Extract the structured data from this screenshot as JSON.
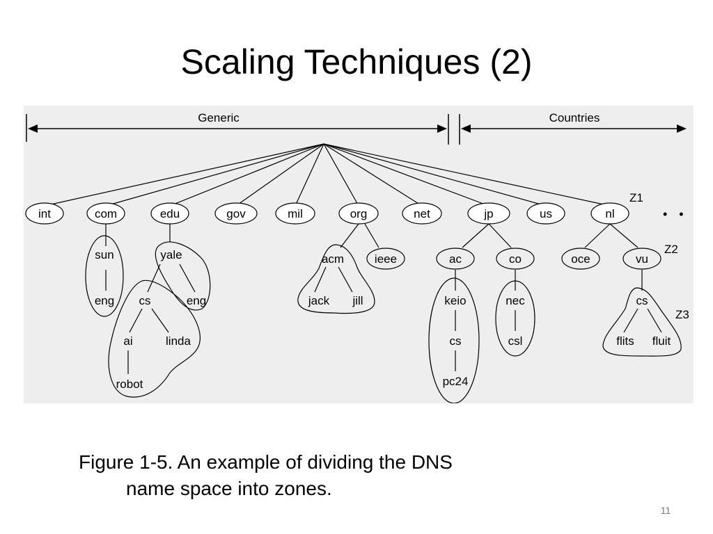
{
  "slide": {
    "title": "Scaling Techniques (2)",
    "caption_line1": "Figure 1-5. An example of dividing the DNS",
    "caption_line2": "name space into zones.",
    "page_number": "11"
  },
  "diagram": {
    "background": "#eeeeee",
    "section_labels": {
      "generic": "Generic",
      "countries": "Countries"
    },
    "zone_labels": {
      "z1": "Z1",
      "z2": "Z2",
      "z3": "Z3"
    },
    "ellipsis": "• • •",
    "top_level": [
      "int",
      "com",
      "edu",
      "gov",
      "mil",
      "org",
      "net",
      "jp",
      "us",
      "nl"
    ],
    "second_level": {
      "sun": "sun",
      "yale": "yale",
      "acm": "acm",
      "ieee": "ieee",
      "ac": "ac",
      "co": "co",
      "oce": "oce",
      "vu": "vu"
    },
    "third_level": {
      "eng_sun": "eng",
      "cs_yale": "cs",
      "eng_yale": "eng",
      "jack": "jack",
      "jill": "jill",
      "keio": "keio",
      "nec": "nec",
      "cs_vu": "cs"
    },
    "fourth_level": {
      "ai": "ai",
      "linda": "linda",
      "cs_keio": "cs",
      "csl": "csl",
      "flits": "flits",
      "fluit": "fluit"
    },
    "fifth_level": {
      "robot": "robot",
      "pc24": "pc24"
    }
  }
}
